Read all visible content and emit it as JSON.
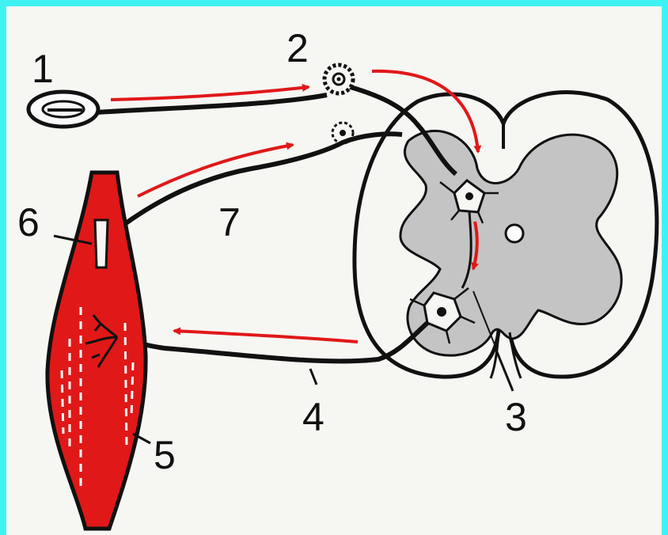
{
  "labels": {
    "l1": "1",
    "l2": "2",
    "l3": "3",
    "l4": "4",
    "l5": "5",
    "l6": "6",
    "l7": "7"
  },
  "colors": {
    "background_frame": "#3ff2f2",
    "canvas": "#f6f6f3",
    "outline": "#111111",
    "gray_matter": "#c4c4c4",
    "muscle": "#e01818",
    "arrow": "#e01818"
  },
  "icons": {
    "arrow": "red-arrow-icon"
  }
}
